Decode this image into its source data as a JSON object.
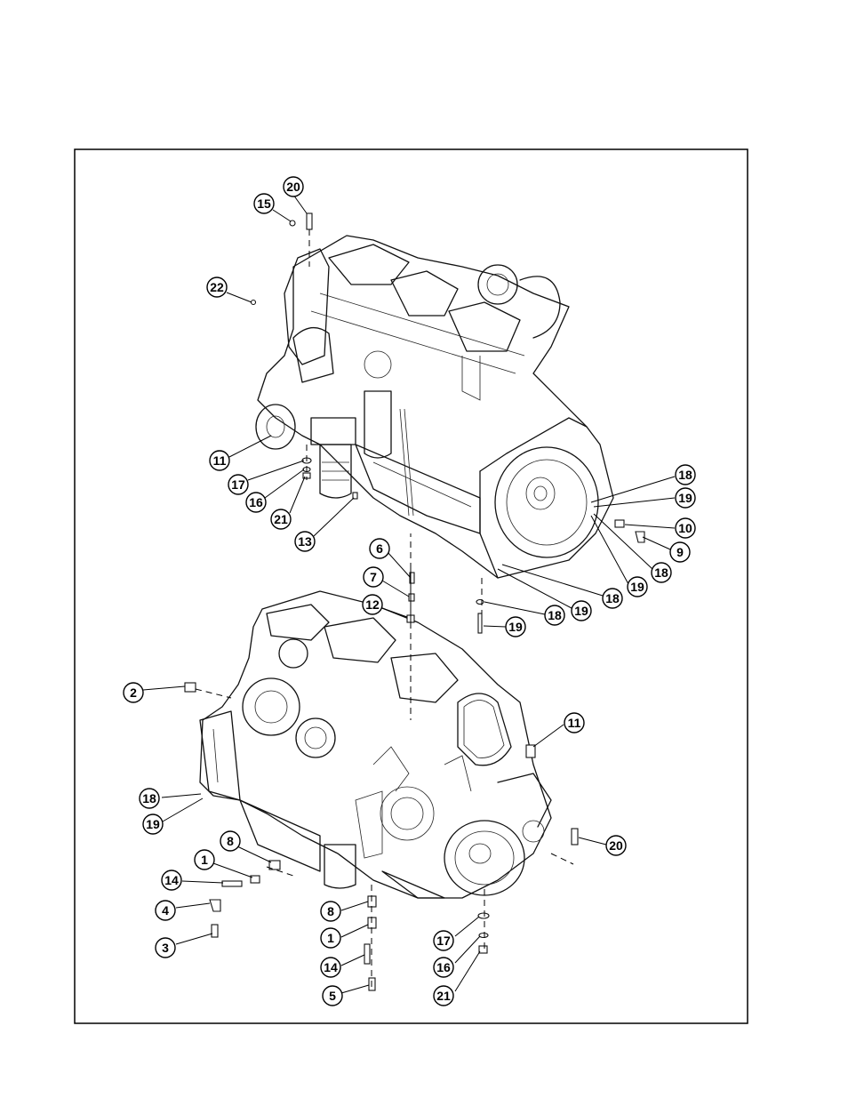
{
  "callouts": [
    {
      "id": "c20-top",
      "label": "20"
    },
    {
      "id": "c15",
      "label": "15"
    },
    {
      "id": "c22",
      "label": "22"
    },
    {
      "id": "c11-top",
      "label": "11"
    },
    {
      "id": "c17-top",
      "label": "17"
    },
    {
      "id": "c16-top",
      "label": "16"
    },
    {
      "id": "c21-top",
      "label": "21"
    },
    {
      "id": "c13",
      "label": "13"
    },
    {
      "id": "c18-a",
      "label": "18"
    },
    {
      "id": "c19-a",
      "label": "19"
    },
    {
      "id": "c10",
      "label": "10"
    },
    {
      "id": "c9",
      "label": "9"
    },
    {
      "id": "c18-b",
      "label": "18"
    },
    {
      "id": "c19-b",
      "label": "19"
    },
    {
      "id": "c18-c",
      "label": "18"
    },
    {
      "id": "c19-c",
      "label": "19"
    },
    {
      "id": "c18-d",
      "label": "18"
    },
    {
      "id": "c19-d",
      "label": "19"
    },
    {
      "id": "c6",
      "label": "6"
    },
    {
      "id": "c7",
      "label": "7"
    },
    {
      "id": "c12",
      "label": "12"
    },
    {
      "id": "c2",
      "label": "2"
    },
    {
      "id": "c11-bot",
      "label": "11"
    },
    {
      "id": "c18-e",
      "label": "18"
    },
    {
      "id": "c19-e",
      "label": "19"
    },
    {
      "id": "c8-left",
      "label": "8"
    },
    {
      "id": "c1-left",
      "label": "1"
    },
    {
      "id": "c14-left",
      "label": "14"
    },
    {
      "id": "c4",
      "label": "4"
    },
    {
      "id": "c3",
      "label": "3"
    },
    {
      "id": "c20-bot",
      "label": "20"
    },
    {
      "id": "c8-mid",
      "label": "8"
    },
    {
      "id": "c1-mid",
      "label": "1"
    },
    {
      "id": "c14-mid",
      "label": "14"
    },
    {
      "id": "c5",
      "label": "5"
    },
    {
      "id": "c17-bot",
      "label": "17"
    },
    {
      "id": "c16-bot",
      "label": "16"
    },
    {
      "id": "c21-bot",
      "label": "21"
    }
  ]
}
